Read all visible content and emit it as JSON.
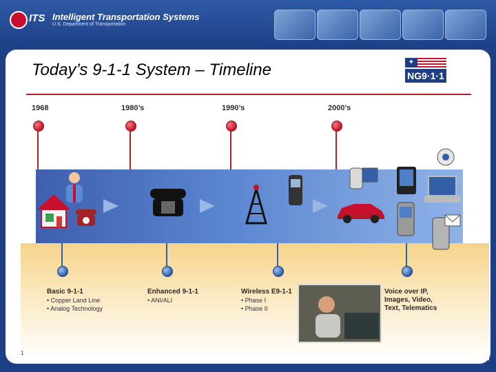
{
  "header": {
    "brand_name": "Intelligent Transportation Systems",
    "brand_sub": "U.S. Department of Transportation",
    "logo_text": "ITS"
  },
  "slide": {
    "title": "Today’s 9-1-1 System – Timeline",
    "ng_logo_text": "NG9·1·1",
    "page_number": "1"
  },
  "timeline": {
    "eras": [
      {
        "year": "1968",
        "heading": "Basic 9-1-1",
        "bullets": [
          "• Copper Land Line",
          "• Analog Technology"
        ]
      },
      {
        "year": "1980’s",
        "heading": "Enhanced 9-1-1",
        "bullets": [
          "• ANI/ALI"
        ]
      },
      {
        "year": "1990’s",
        "heading": "Wireless E9-1-1",
        "bullets": [
          "• Phase I",
          "• Phase II"
        ]
      },
      {
        "year": "2000’s",
        "heading": "Voice over IP,",
        "bullets": [
          "Images, Video,",
          "Text, Telematics"
        ]
      }
    ]
  },
  "icons": {
    "era1": [
      "house-icon",
      "person-icon",
      "rotary-phone-icon"
    ],
    "era2": [
      "desk-phone-icon"
    ],
    "era3": [
      "cell-tower-icon",
      "cellphone-icon"
    ],
    "era4": [
      "video-camera-icon",
      "pda-icon",
      "webcam-icon",
      "laptop-icon",
      "car-icon",
      "smartphone-icon",
      "email-phone-icon"
    ]
  },
  "colors": {
    "accent_red": "#c8102e",
    "brand_blue": "#1d3f86"
  }
}
